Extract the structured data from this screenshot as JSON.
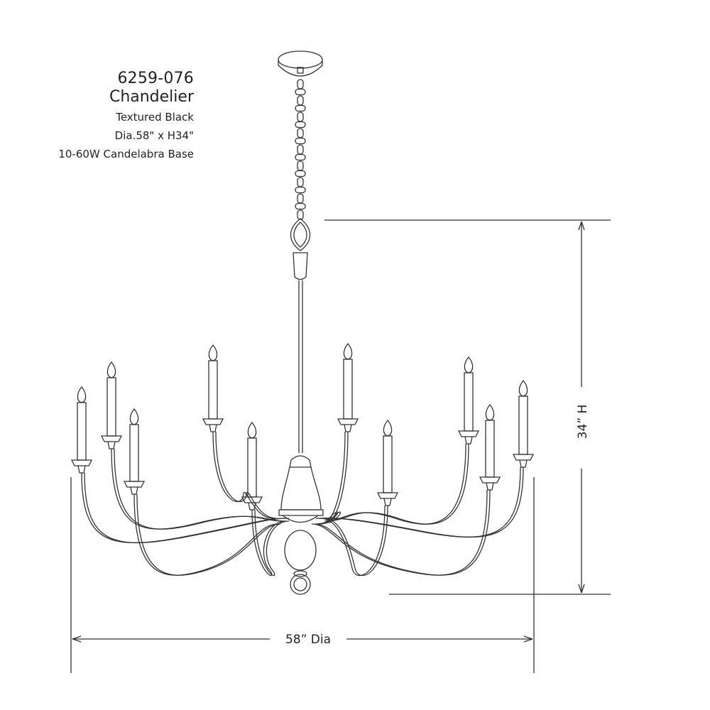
{
  "spec": {
    "model_number": "6259-076",
    "product_type": "Chandelier",
    "finish": "Textured Black",
    "dimensions": "Dia.58\" x H34\"",
    "bulbs": "10-60W Candelabra Base"
  },
  "dimensions": {
    "height_label": "34” H",
    "diameter_label": "58” Dia"
  },
  "colors": {
    "line": "#333333",
    "text": "#222222",
    "background": "#ffffff"
  }
}
